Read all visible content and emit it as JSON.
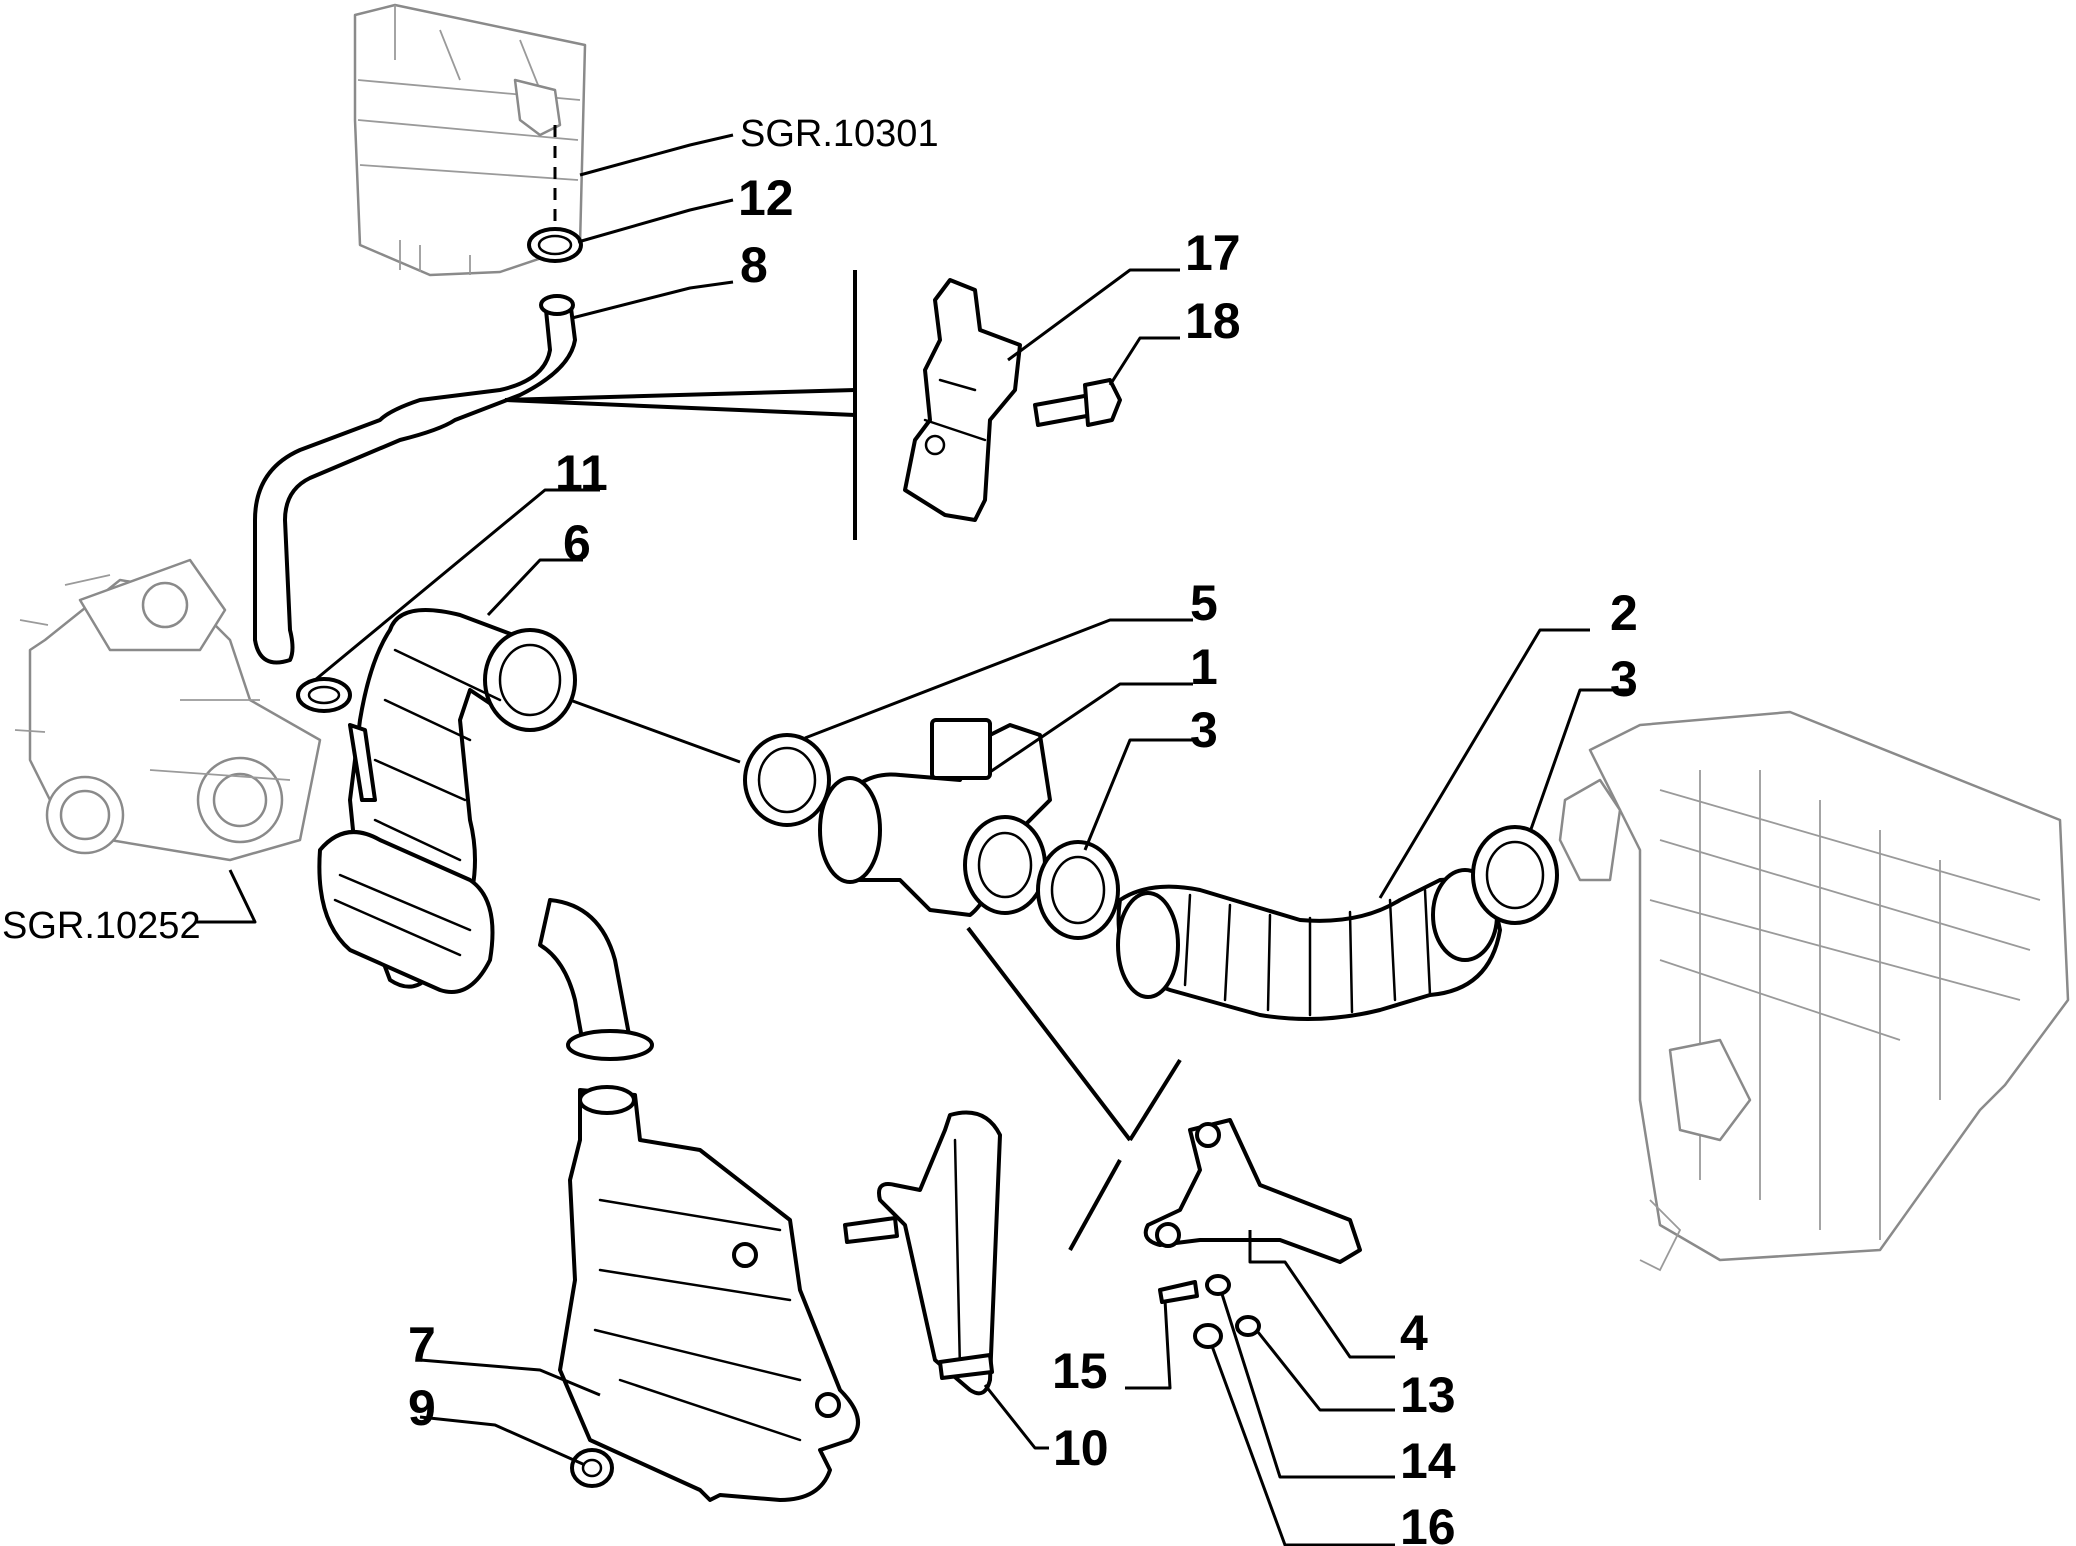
{
  "diagram": {
    "references": {
      "air_filter_group": "SGR.10301",
      "turbocharger_group": "SGR.10252"
    },
    "part_numbers": [
      "1",
      "2",
      "3",
      "3",
      "4",
      "5",
      "6",
      "7",
      "8",
      "9",
      "10",
      "11",
      "12",
      "13",
      "14",
      "15",
      "16",
      "17",
      "18"
    ]
  }
}
